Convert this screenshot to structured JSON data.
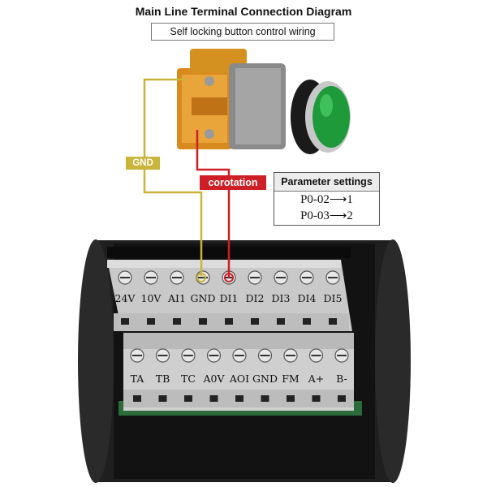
{
  "title": "Main Line Terminal Connection Diagram",
  "subtitle": "Self locking button control wiring",
  "parameter_settings": {
    "header": "Parameter settings",
    "rows": [
      "P0-02⟶1",
      "P0-03⟶2"
    ]
  },
  "wires": {
    "gnd_label": "GND",
    "corotation_label": "corotation",
    "gnd_color": "#c9b53a",
    "corotation_color": "#cf1f26"
  },
  "terminals": {
    "top_row": [
      "24V",
      "10V",
      "AI1",
      "GND",
      "DI1",
      "DI2",
      "DI3",
      "DI4",
      "DI5"
    ],
    "bottom_row": [
      "TA",
      "TB",
      "TC",
      "A0V",
      "AOI",
      "GND",
      "FM",
      "A+",
      "B-"
    ]
  },
  "button": {
    "color": "green",
    "icon": "green-push-button-icon"
  }
}
